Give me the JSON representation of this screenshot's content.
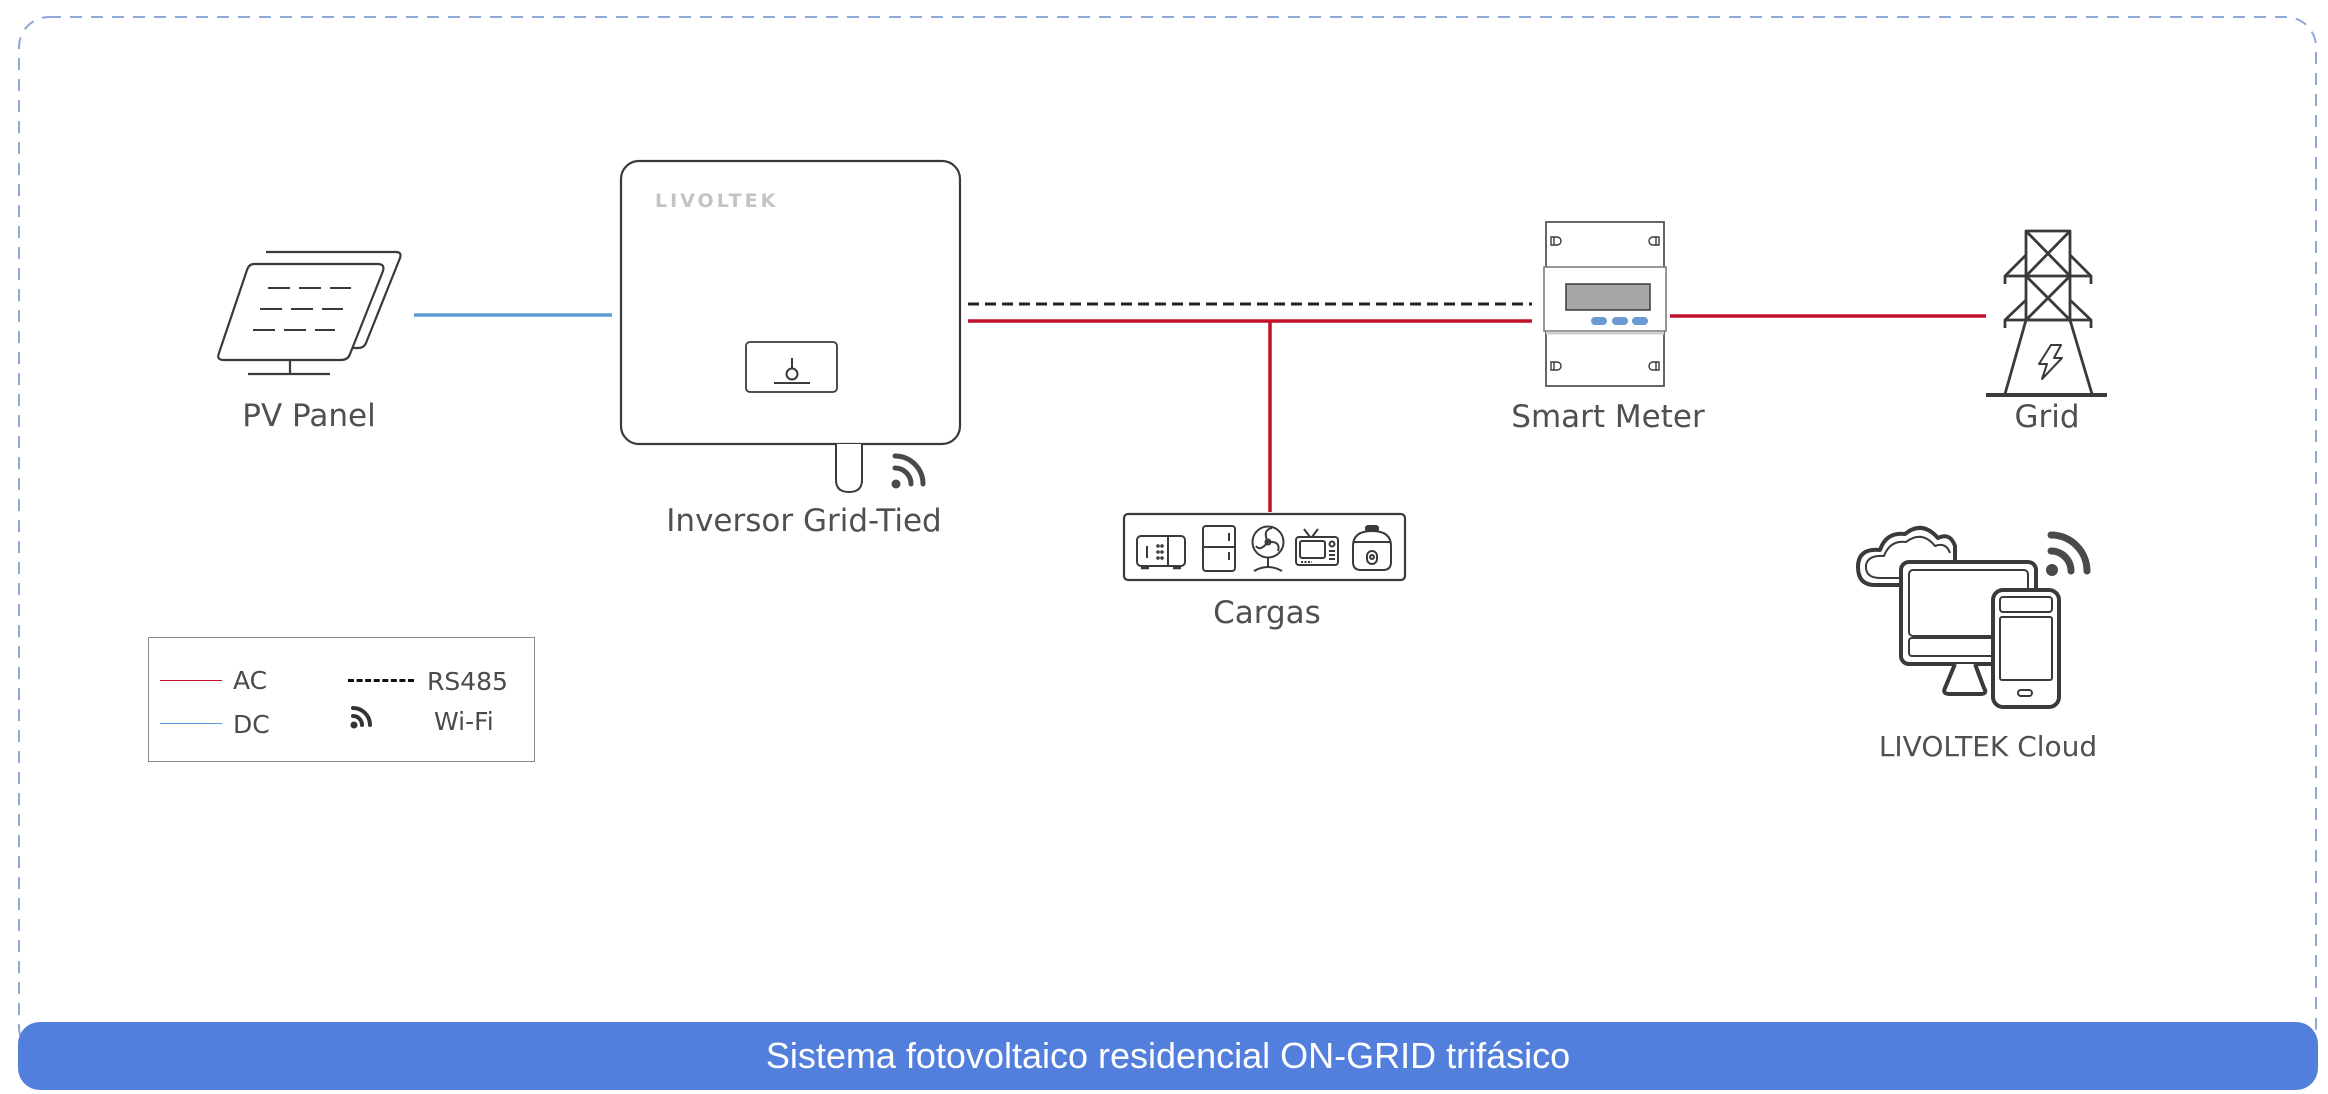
{
  "diagram": {
    "title": "Sistema fotovoltaico residencial ON-GRID trifásico",
    "nodes": {
      "pv_panel": {
        "label": "PV Panel",
        "icon": "solar-panel-icon"
      },
      "inverter": {
        "label": "Inversor Grid-Tied",
        "brand": "LIVOLTEK",
        "icon": "inverter-icon"
      },
      "loads": {
        "label": "Cargas",
        "icons": [
          "microwave-icon",
          "fridge-icon",
          "fan-icon",
          "tv-icon",
          "rice-cooker-icon"
        ]
      },
      "smart_meter": {
        "label": "Smart Meter",
        "icon": "smart-meter-icon"
      },
      "grid": {
        "label": "Grid",
        "icon": "power-tower-icon"
      },
      "cloud": {
        "label": "LIVOLTEK Cloud",
        "icon": "cloud-devices-icon"
      }
    },
    "connections": [
      {
        "from": "pv_panel",
        "to": "inverter",
        "type": "DC"
      },
      {
        "from": "inverter",
        "to": "smart_meter",
        "type": "RS485"
      },
      {
        "from": "inverter",
        "to": "smart_meter",
        "type": "AC"
      },
      {
        "from": "inverter",
        "to": "loads",
        "type": "AC"
      },
      {
        "from": "smart_meter",
        "to": "grid",
        "type": "AC"
      },
      {
        "from": "inverter",
        "to": "cloud",
        "type": "Wi-Fi"
      }
    ],
    "legend": {
      "ac": "AC",
      "dc": "DC",
      "rs485": "RS485",
      "wifi": "Wi-Fi"
    },
    "colors": {
      "ac": "#C0102A",
      "dc": "#5B9BD5",
      "rs485": "#222222",
      "outline": "#3a3a3a",
      "footer": "#527FDC",
      "border": "#8FA8D8"
    }
  }
}
